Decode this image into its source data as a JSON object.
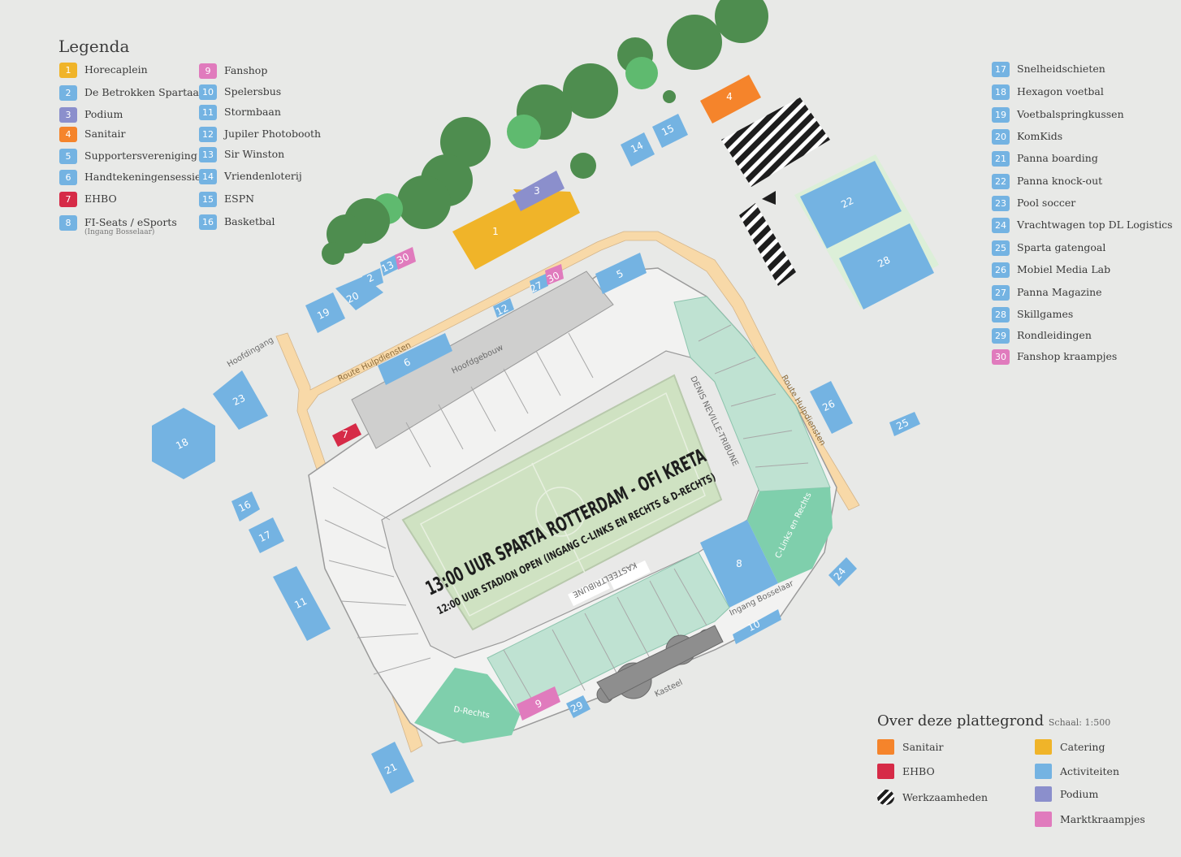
{
  "legend": {
    "title": "Legenda",
    "items": [
      {
        "num": "1",
        "label": "Horecaplein",
        "color": "#f0b429"
      },
      {
        "num": "2",
        "label": "De Betrokken Spartaan",
        "color": "#74b3e2"
      },
      {
        "num": "3",
        "label": "Podium",
        "color": "#8b8fcc"
      },
      {
        "num": "4",
        "label": "Sanitair",
        "color": "#f5842b"
      },
      {
        "num": "5",
        "label": "Supportersvereniging",
        "color": "#74b3e2"
      },
      {
        "num": "6",
        "label": "Handtekeningensessie",
        "color": "#74b3e2"
      },
      {
        "num": "7",
        "label": "EHBO",
        "color": "#d62b47"
      },
      {
        "num": "8",
        "label": "FI-Seats / eSports",
        "sub": "(Ingang Bosselaar)",
        "color": "#74b3e2"
      },
      {
        "num": "9",
        "label": "Fanshop",
        "color": "#e07bbd"
      },
      {
        "num": "10",
        "label": "Spelersbus",
        "color": "#74b3e2"
      },
      {
        "num": "11",
        "label": "Stormbaan",
        "color": "#74b3e2"
      },
      {
        "num": "12",
        "label": "Jupiler Photobooth",
        "color": "#74b3e2"
      },
      {
        "num": "13",
        "label": "Sir Winston",
        "color": "#74b3e2"
      },
      {
        "num": "14",
        "label": "Vriendenloterij",
        "color": "#74b3e2"
      },
      {
        "num": "15",
        "label": "ESPN",
        "color": "#74b3e2"
      },
      {
        "num": "16",
        "label": "Basketbal",
        "color": "#74b3e2"
      },
      {
        "num": "17",
        "label": "Snelheidschieten",
        "color": "#74b3e2"
      },
      {
        "num": "18",
        "label": "Hexagon voetbal",
        "color": "#74b3e2"
      },
      {
        "num": "19",
        "label": "Voetbalspringkussen",
        "color": "#74b3e2"
      },
      {
        "num": "20",
        "label": "KomKids",
        "color": "#74b3e2"
      },
      {
        "num": "21",
        "label": "Panna boarding",
        "color": "#74b3e2"
      },
      {
        "num": "22",
        "label": "Panna knock-out",
        "color": "#74b3e2"
      },
      {
        "num": "23",
        "label": "Pool soccer",
        "color": "#74b3e2"
      },
      {
        "num": "24",
        "label": "Vrachtwagen top DL Logistics",
        "color": "#74b3e2"
      },
      {
        "num": "25",
        "label": "Sparta gatengoal",
        "color": "#74b3e2"
      },
      {
        "num": "26",
        "label": "Mobiel Media Lab",
        "color": "#74b3e2"
      },
      {
        "num": "27",
        "label": "Panna Magazine",
        "color": "#74b3e2"
      },
      {
        "num": "28",
        "label": "Skillgames",
        "color": "#74b3e2"
      },
      {
        "num": "29",
        "label": "Rondleidingen",
        "color": "#74b3e2"
      },
      {
        "num": "30",
        "label": "Fanshop kraampjes",
        "color": "#e07bbd"
      }
    ]
  },
  "about": {
    "title": "Over deze plattegrond",
    "scale": "Schaal: 1:500",
    "items": [
      {
        "label": "Sanitair",
        "color": "#f5842b"
      },
      {
        "label": "Catering",
        "color": "#f0b429"
      },
      {
        "label": "EHBO",
        "color": "#d62b47"
      },
      {
        "label": "Activiteiten",
        "color": "#74b3e2"
      },
      {
        "label": "Werkzaamheden",
        "pattern": "stripes"
      },
      {
        "label": "Podium",
        "color": "#8b8fcc"
      },
      {
        "label": "Marktkraampjes",
        "color": "#e07bbd"
      }
    ]
  },
  "map": {
    "headline": "13:00 UUR SPARTA ROTTERDAM - OFI KRETA",
    "subline": "12:00 UUR STADION OPEN (INGANG C-LINKS EN RECHTS & D-RECHTS)",
    "labels": {
      "hoofdingang": "Hoofdingang",
      "route_left": "Route Hulpdiensten",
      "route_right": "Route Hulpdiensten",
      "hoofdgebouw": "Hoofdgebouw",
      "denis": "DENIS NEVILLE-TRIBUNE",
      "kasteel_tribune": "KASTEELTRIBUNE",
      "c_links": "C-Links en Rechts",
      "ingang_bosselaar": "Ingang Bosselaar",
      "kasteel": "Kasteel",
      "d_rechts": "D-Rechts"
    },
    "colors": {
      "activity": "#74b3e2",
      "catering": "#f0b429",
      "sanitair": "#f5842b",
      "ehbo": "#d62b47",
      "podium": "#8b8fcc",
      "market": "#e07bbd",
      "tribune": "#bfe2d2",
      "tribune_corner": "#7fcfac",
      "pitch": "#cfe2c2",
      "route": "#f8d9a8",
      "tree_dark": "#4e8d4f",
      "tree_light": "#5fba6f"
    }
  }
}
